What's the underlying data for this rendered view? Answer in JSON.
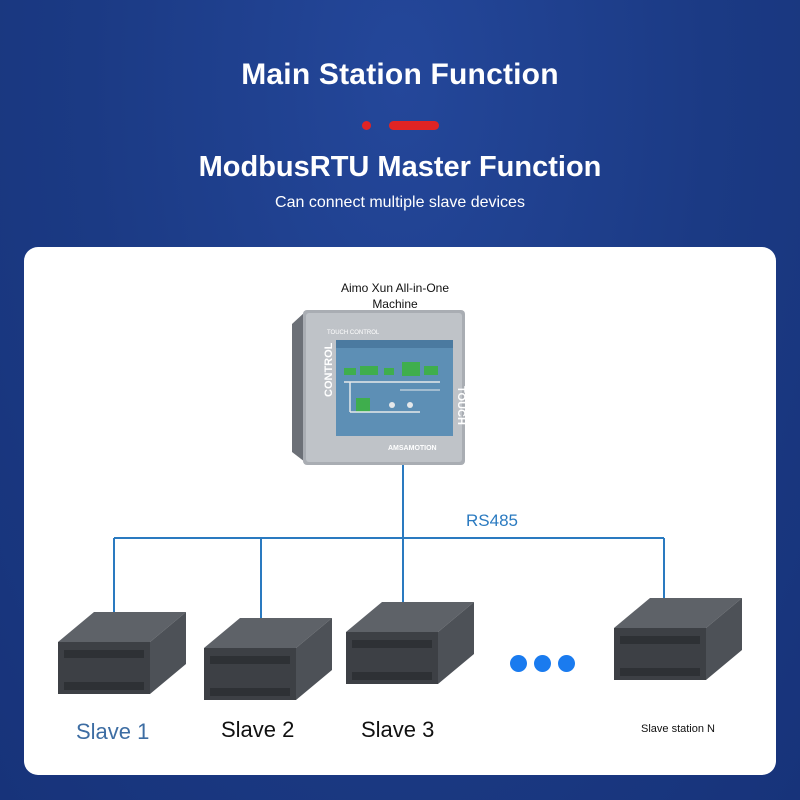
{
  "header": {
    "title": "Main Station Function",
    "subtitle": "ModbusRTU Master Function",
    "description": "Can connect multiple slave devices"
  },
  "diagram": {
    "master_label": "Aimo Xun All-in-One Machine",
    "screen": {
      "top_text": "TOUCH CONTROL",
      "side_left": "CONTROL",
      "side_right": "TOUCH",
      "brand": "AMSAMOTION"
    },
    "bus_label": "RS485",
    "slaves": [
      {
        "label": "Slave 1"
      },
      {
        "label": "Slave 2"
      },
      {
        "label": "Slave 3"
      },
      {
        "label": "Slave station N"
      }
    ],
    "colors": {
      "background": "#1c3d8a",
      "accent": "#e02424",
      "bus_line": "#2a7ac0",
      "ellipsis_dots": "#1a7bef"
    }
  }
}
